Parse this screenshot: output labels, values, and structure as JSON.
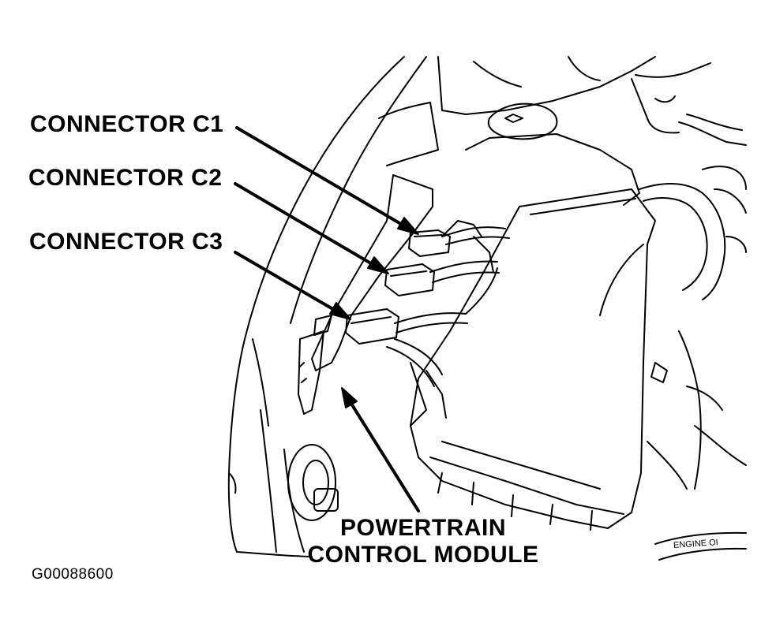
{
  "labels": {
    "connector_c1": "CONNECTOR C1",
    "connector_c2": "CONNECTOR C2",
    "connector_c3": "CONNECTOR C3",
    "pcm_line1": "POWERTRAIN",
    "pcm_line2": "CONTROL MODULE"
  },
  "figure_id": "G00088600",
  "engine_oil_tag": "ENGINE OI",
  "colors": {
    "line": "#000000",
    "background": "#ffffff"
  }
}
